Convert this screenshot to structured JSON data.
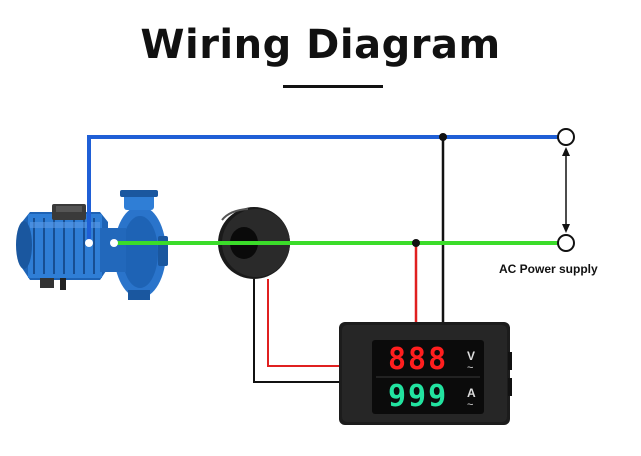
{
  "title": "Wiring Diagram",
  "labels": {
    "ac_power_supply": "AC Power supply",
    "voltage_reading": "888",
    "current_reading": "999",
    "voltage_unit": "V",
    "current_unit": "A",
    "tilde": "~"
  },
  "colors": {
    "neutral_wire": "#1f5fd6",
    "phase_wire": "#3bdc2a",
    "sense_wire_red": "#e02020",
    "sense_wire_black": "#111111",
    "voltage_display": "#ff1e1e",
    "current_display": "#22e3a0"
  },
  "components": [
    "water-pump",
    "current-transformer",
    "voltmeter-ammeter-module",
    "ac-terminals"
  ]
}
